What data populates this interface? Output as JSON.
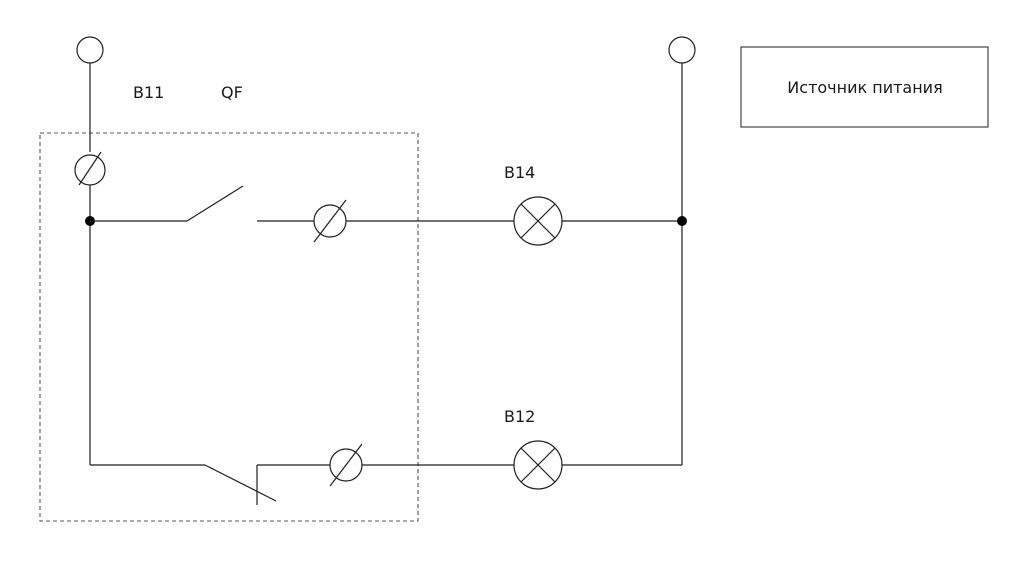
{
  "labels": {
    "b11": "B11",
    "qf": "QF",
    "b14": "B14",
    "b12": "B12"
  },
  "legend": {
    "text": "Источник питания"
  }
}
